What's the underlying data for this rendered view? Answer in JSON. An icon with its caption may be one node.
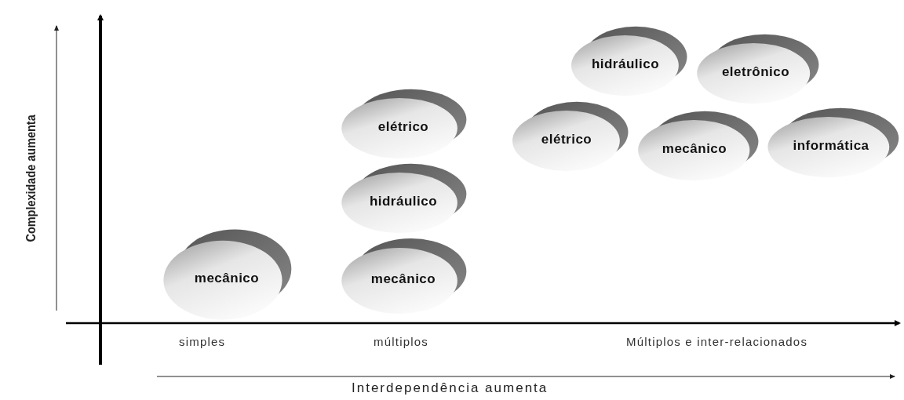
{
  "diagram": {
    "nodes": [
      {
        "text": [
          "mecânico"
        ]
      },
      {
        "text": [
          "elétrico"
        ]
      },
      {
        "text": [
          "hidráulico"
        ]
      },
      {
        "text": [
          "mecânico"
        ]
      },
      {
        "text": [
          "hidráulico"
        ]
      },
      {
        "text": [
          "eletrônico"
        ]
      },
      {
        "text": [
          "elétrico"
        ]
      },
      {
        "text": [
          "informática"
        ]
      },
      {
        "text": [
          "mecânico"
        ]
      }
    ],
    "labels": [
      "Complexidade aumenta",
      "simples",
      "múltiplos",
      "Múltiplos e inter-relacionados",
      "Interdependência aumenta"
    ]
  }
}
